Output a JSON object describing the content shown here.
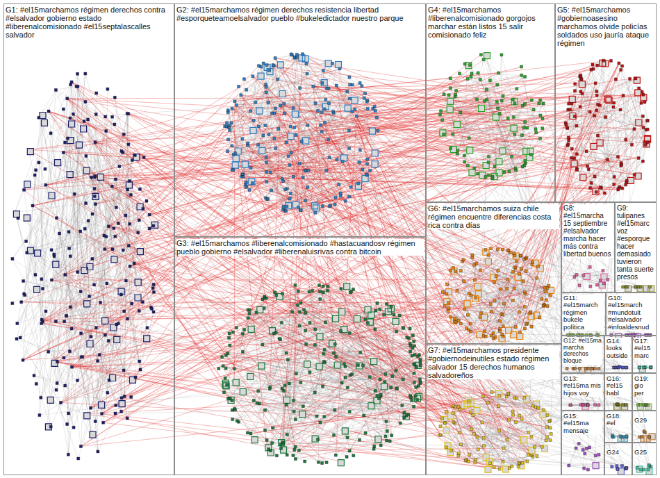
{
  "diagram": {
    "nodes": [
      {
        "text": [
          "G1: #el15marchamos régimen derechos contra #elsalvador gobierno estado #liberenalcomisionado #el15septalascalles salvador"
        ]
      },
      {
        "text": [
          "G2: #el15marchamos régimen derechos resistencia libertad #esporqueteamoelsalvador pueblo #bukeledictador nuestro parque"
        ]
      },
      {
        "text": [
          "G4: #el15marchamos #liberenalcomisionado gorgojos marchar están listos 15 salir comisionado feliz"
        ]
      },
      {
        "text": [
          "G5: #el15marchamos #gobiernoasesino marchamos olvide policías soldados uso jauría ataque régimen"
        ]
      },
      {
        "text": [
          "G3: #el15marchamos #liberenalcomisionado #hastacuandosv régimen pueblo gobierno #elsalvador #liberenaluisrivas contra bitcoin"
        ]
      },
      {
        "text": [
          "G6: #el15marchamos suiza chile régimen encuentre diferencias costa rica contra días"
        ]
      },
      {
        "text": [
          "G8: #el15marcha 15 septiembre #elsalvador marcha hacer más contra libertad buenos"
        ]
      },
      {
        "text": [
          "G9: tulipanes #el15marc voz #esporque hacer demasiado tuvieron tanta suerte presos"
        ]
      },
      {
        "text": [
          "G11: #el15march régimen bukele política"
        ]
      },
      {
        "text": [
          "G10: #el15march #mundotuit #elsalvador #infoaldesnud"
        ]
      },
      {
        "text": [
          "G7: #el15marchamos presidente #gobiernodeinutiles estado régimen salvador 15 derechos humanos salvadoreños"
        ]
      },
      {
        "text": [
          "G12: #el15ma marcha derechos bloque"
        ]
      },
      {
        "text": [
          "G14: looks outside"
        ]
      },
      {
        "text": [
          "G17: #el15 marc"
        ]
      },
      {
        "text": [
          "G13: #el15ma mis hijos voy"
        ]
      },
      {
        "text": [
          "G16: #el15 habl"
        ]
      },
      {
        "text": [
          "G19: gio per"
        ]
      },
      {
        "text": [
          "G15: #el15ma mensaje"
        ]
      },
      {
        "text": [
          "G18: #el"
        ]
      },
      {
        "text": [
          "G29"
        ]
      },
      {
        "text": [
          "G24"
        ]
      },
      {
        "text": [
          "G25"
        ]
      }
    ]
  }
}
